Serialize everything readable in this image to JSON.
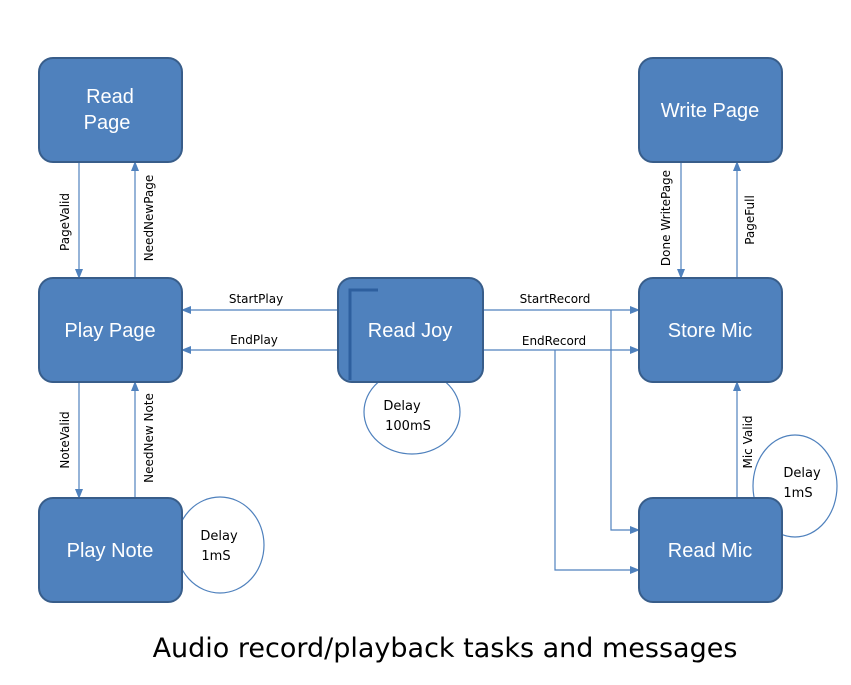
{
  "nodes": {
    "read_page": [
      "Read",
      "Page"
    ],
    "write_page": "Write Page",
    "play_page": "Play Page",
    "read_joy": "Read Joy",
    "store_mic": "Store Mic",
    "play_note": "Play Note",
    "read_mic": "Read Mic"
  },
  "edges": {
    "page_valid": "PageValid",
    "need_new_page": "NeedNewPage",
    "done_write_page": "Done WritePage",
    "page_full": "PageFull",
    "start_play": "StartPlay",
    "end_play": "EndPlay",
    "start_record": "StartRecord",
    "end_record": "EndRecord",
    "note_valid": "NoteValid",
    "need_new_note": "NeedNew Note",
    "mic_valid": "Mic Valid"
  },
  "delays": {
    "read_joy": [
      "Delay",
      "100mS"
    ],
    "play_note": [
      "Delay",
      "1mS"
    ],
    "read_mic": [
      "Delay",
      "1mS"
    ]
  },
  "caption": "Audio record/playback tasks and messages",
  "colors": {
    "node_fill": "#4f81bd",
    "node_border": "#385d8a",
    "arrow": "#4f81bd"
  }
}
